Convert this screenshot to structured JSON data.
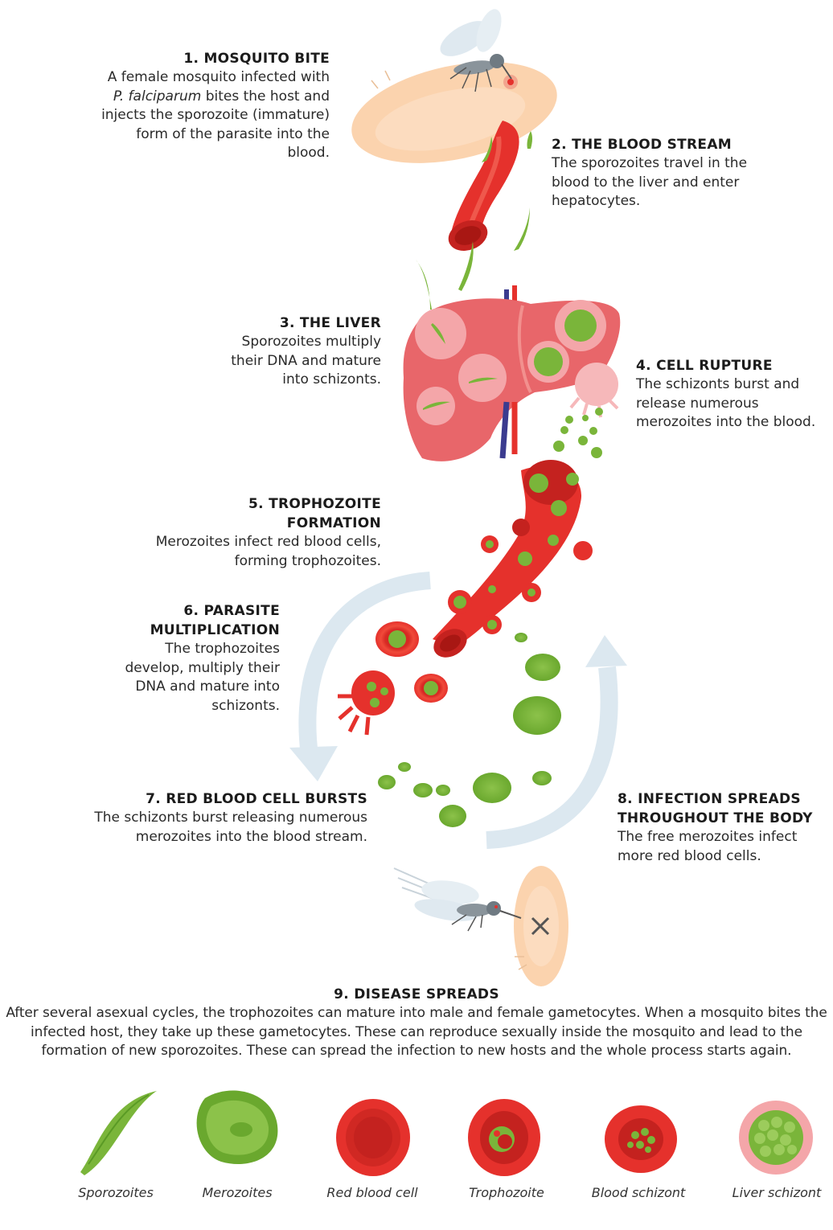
{
  "steps": [
    {
      "title": "1. MOSQUITO BITE",
      "body_pre": "A female mosquito infected with ",
      "body_em": "P. falciparum",
      "body_post": " bites the host and injects the sporozoite (immature) form of the parasite into the blood."
    },
    {
      "title": "2. THE BLOOD STREAM",
      "body": "The sporozoites travel in the blood to the liver and enter hepatocytes."
    },
    {
      "title": "3. THE LIVER",
      "body": "Sporozoites multiply their DNA and mature into schizonts."
    },
    {
      "title": "4. CELL RUPTURE",
      "body": "The schizonts burst and release numerous merozoites into the blood."
    },
    {
      "title": "5. TROPHOZOITE FORMATION",
      "body": "Merozoites infect red blood cells, forming trophozoites."
    },
    {
      "title": "6. PARASITE MULTIPLICATION",
      "body": "The trophozoites develop, multiply their DNA and mature into schizonts."
    },
    {
      "title": "7. RED BLOOD CELL BURSTS",
      "body": "The schizonts burst releasing numerous merozoites into the blood stream."
    },
    {
      "title": "8. INFECTION SPREADS THROUGHOUT THE BODY",
      "body": "The free merozoites infect more red blood cells."
    },
    {
      "title": "9. DISEASE SPREADS",
      "body": "After several asexual cycles, the trophozoites can mature into male and female gametocytes. When a mosquito bites the infected host, they take up these gametocytes. These can reproduce sexually inside the mosquito and lead to the formation of new sporozoites. These can spread the infection to new hosts and the whole process starts again."
    }
  ],
  "legend": [
    "Sporozoites",
    "Merozoites",
    "Red blood cell",
    "Trophozoite",
    "Blood schizont",
    "Liver schizont"
  ],
  "colors": {
    "skin": "#fbd3ae",
    "vessel": "#e5312c",
    "vessel_dark": "#c4221f",
    "liver": "#e8666a",
    "parasite": "#7ab53a",
    "parasite_dark": "#5a9a25",
    "cycle_arrow": "#dbe8f0"
  }
}
